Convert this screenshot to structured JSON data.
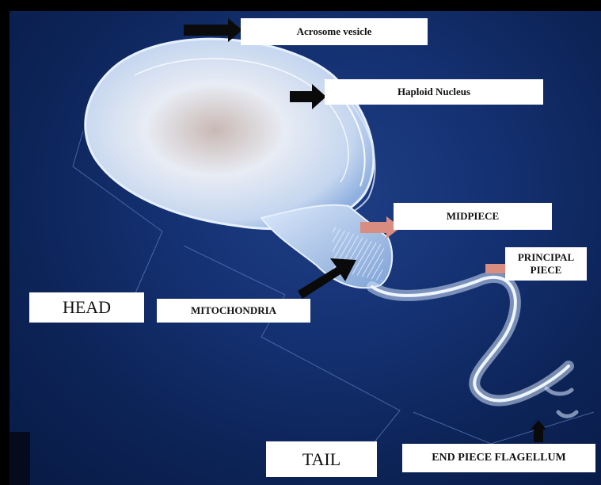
{
  "diagram": {
    "labels": {
      "acrosome": "Acrosome vesicle",
      "nucleus": "Haploid Nucleus",
      "midpiece": "MIDPIECE",
      "principal_line1": "PRINCIPAL",
      "principal_line2": "PIECE",
      "head": "HEAD",
      "mitochondria": "MITOCHONDRIA",
      "tail": "TAIL",
      "end_piece": "END PIECE FLAGELLUM"
    },
    "colors": {
      "background": "#143172",
      "black_arrow": "#0a0a0a",
      "pink_arrow": "#d98c80",
      "label_bg": "#ffffff",
      "cell_outline": "#cfe4ff"
    }
  }
}
